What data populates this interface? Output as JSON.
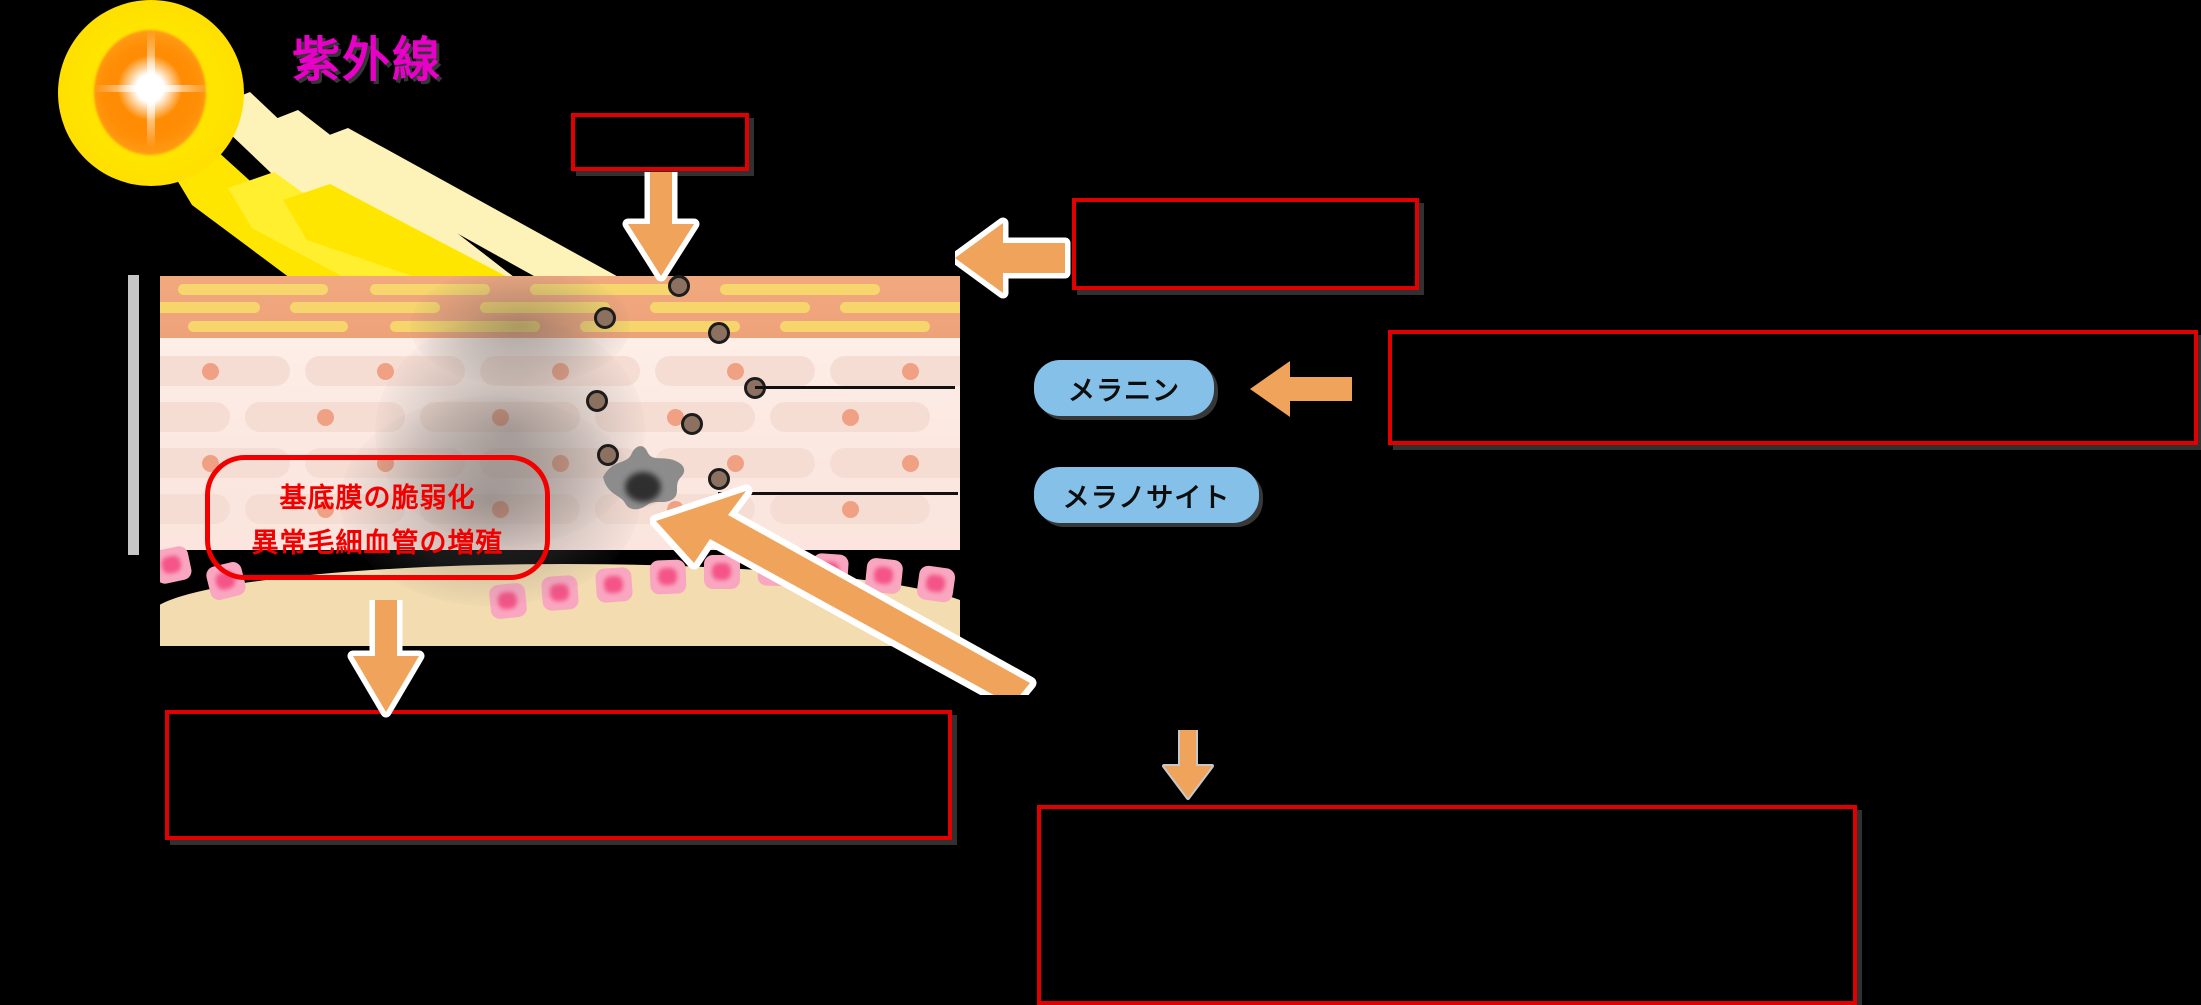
{
  "diagram": {
    "title_text": "紫外線",
    "sun": {
      "icon": "sun-icon"
    },
    "skin": {
      "layers": [
        {
          "name": "horny-layer"
        },
        {
          "name": "epidermis-layer"
        },
        {
          "name": "basal-layer"
        },
        {
          "name": "dermis-layer"
        }
      ],
      "melanocyte_icon": "melanocyte-icon",
      "melanin_granule_icon": "melanin-granule-icon",
      "depth_bar_icon": "depth-scale-bar"
    },
    "callout_basal": {
      "line1": "基底膜の脆弱化",
      "line2": "異常毛細血管の増殖",
      "color": "#f20000"
    },
    "pills": [
      {
        "id": "melanin",
        "label": "メラニン",
        "color": "#85c0e8"
      },
      {
        "id": "melanocyte",
        "label": "メラノサイト",
        "color": "#85c0e8"
      }
    ],
    "boxes": [
      {
        "id": "box-top",
        "label": ""
      },
      {
        "id": "box-upper-right",
        "label": ""
      },
      {
        "id": "box-right-wide",
        "label": ""
      },
      {
        "id": "box-bottom-left",
        "label": ""
      },
      {
        "id": "box-bottom-right",
        "label": ""
      }
    ],
    "arrows": [
      {
        "id": "arrow-top-down",
        "direction": "down",
        "color": "#f0a35a"
      },
      {
        "id": "arrow-upper-right-left",
        "direction": "left",
        "color": "#f0a35a"
      },
      {
        "id": "arrow-melanin-left",
        "direction": "left",
        "color": "#f0a35a"
      },
      {
        "id": "arrow-melanocyte-diagonal",
        "direction": "up-left",
        "color": "#f0a35a"
      },
      {
        "id": "arrow-bottom-left-down",
        "direction": "down",
        "color": "#f0a35a"
      },
      {
        "id": "arrow-bottom-right-down",
        "direction": "down",
        "color": "#f0a35a"
      }
    ],
    "colors": {
      "uv_text": "#e800c8",
      "box_border": "#e10000",
      "callout_border": "#f20000",
      "pill_fill": "#85c0e8",
      "arrow_fill": "#f0a35a",
      "ray": "#ffe98a",
      "background": "#000000"
    }
  }
}
